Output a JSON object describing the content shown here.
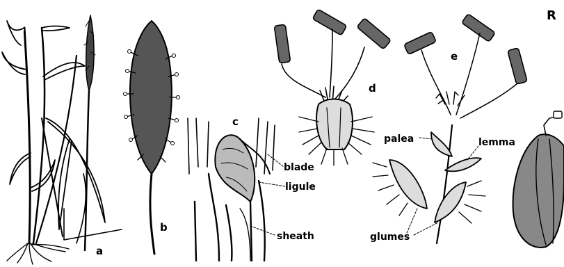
{
  "figure": {
    "corner_mark": "R",
    "panels": {
      "a": "a",
      "b": "b",
      "c": "c",
      "d": "d",
      "e": "e"
    },
    "labels": {
      "blade": "blade",
      "ligule": "ligule",
      "sheath": "sheath",
      "palea": "palea",
      "lemma": "lemma",
      "glumes": "glumes"
    }
  },
  "colors": {
    "ink": "#000000",
    "paper": "#ffffff"
  }
}
